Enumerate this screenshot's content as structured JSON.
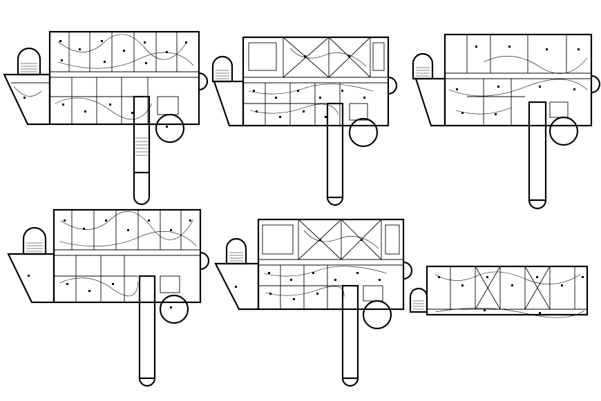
{
  "drawing": {
    "plans": [
      {
        "id": "plan-1",
        "variant": "wiring-full"
      },
      {
        "id": "plan-2",
        "variant": "wiring-open"
      },
      {
        "id": "plan-3",
        "variant": "wiring-open-2"
      },
      {
        "id": "plan-4",
        "variant": "wiring-full"
      },
      {
        "id": "plan-5",
        "variant": "wiring-open"
      },
      {
        "id": "plan-6",
        "variant": "single-block"
      }
    ],
    "line_color": "#000000",
    "background_color": "#ffffff"
  }
}
